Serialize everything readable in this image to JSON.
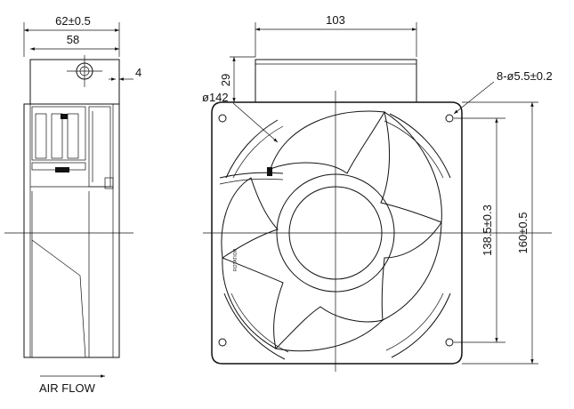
{
  "side_view": {
    "overall_depth": "62±0.5",
    "body_depth": "58",
    "flange_thickness": "4",
    "air_flow_label": "AIR FLOW"
  },
  "front_view": {
    "box_width": "103",
    "box_height": "29",
    "outer_diameter": "ø142",
    "mounting_holes": "8-ø5.5±0.2",
    "hole_spacing": "138.5±0.3",
    "frame_size": "160±0.5",
    "rotation_label": "ROTATION"
  }
}
